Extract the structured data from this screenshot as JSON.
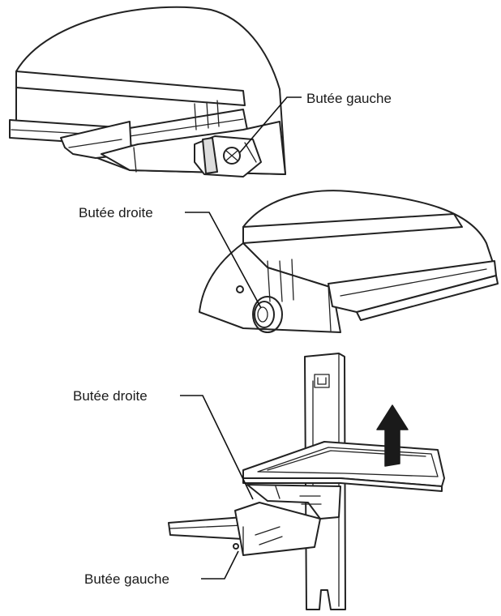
{
  "labels": {
    "top_left_stop": "Butée gauche",
    "middle_right_stop": "Butée droite",
    "bottom_right_stop": "Butée droite",
    "bottom_left_stop": "Butée gauche"
  },
  "colors": {
    "line": "#222222",
    "arrow": "#1a1a1a",
    "background": "#ffffff"
  },
  "icons": {
    "arrow": "up-arrow-icon"
  }
}
